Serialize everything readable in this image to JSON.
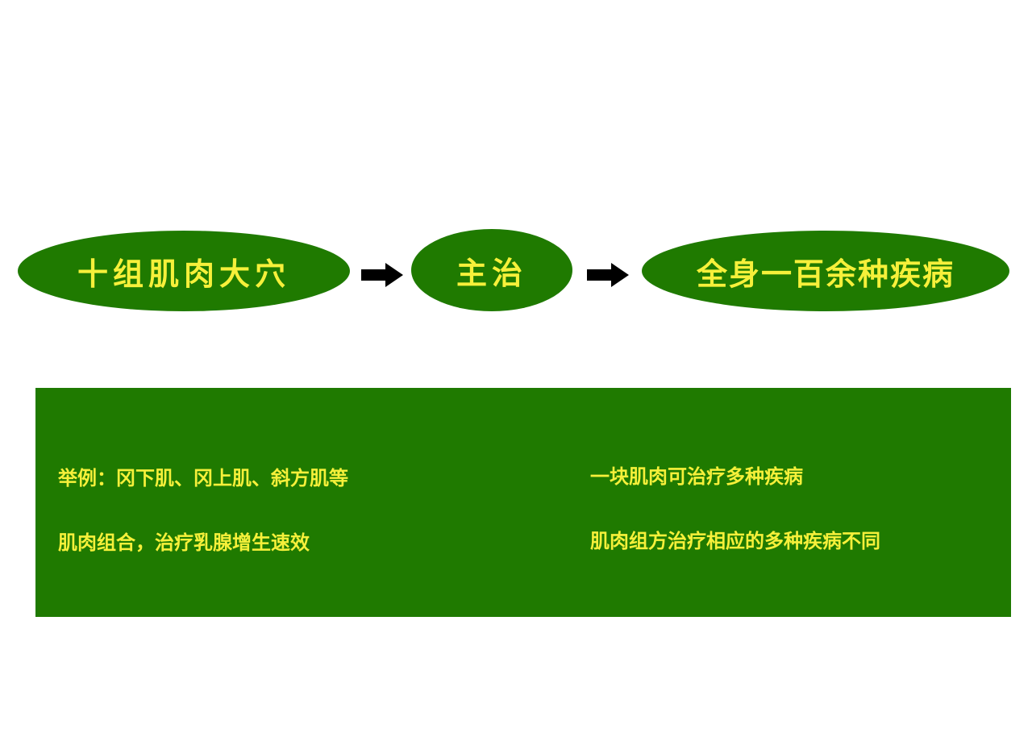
{
  "flow": {
    "nodes": [
      {
        "label": "十组肌肉大穴"
      },
      {
        "label": "主治"
      },
      {
        "label": "全身一百余种疾病"
      }
    ]
  },
  "panel": {
    "left": [
      "举例：冈下肌、冈上肌、斜方肌等",
      "肌肉组合，治疗乳腺增生速效"
    ],
    "right": [
      "一块肌肉可治疗多种疾病",
      "肌肉组方治疗相应的多种疾病不同"
    ]
  },
  "colors": {
    "node_fill": "#1f7a00",
    "text": "#f6f03a",
    "arrow": "#000000"
  }
}
